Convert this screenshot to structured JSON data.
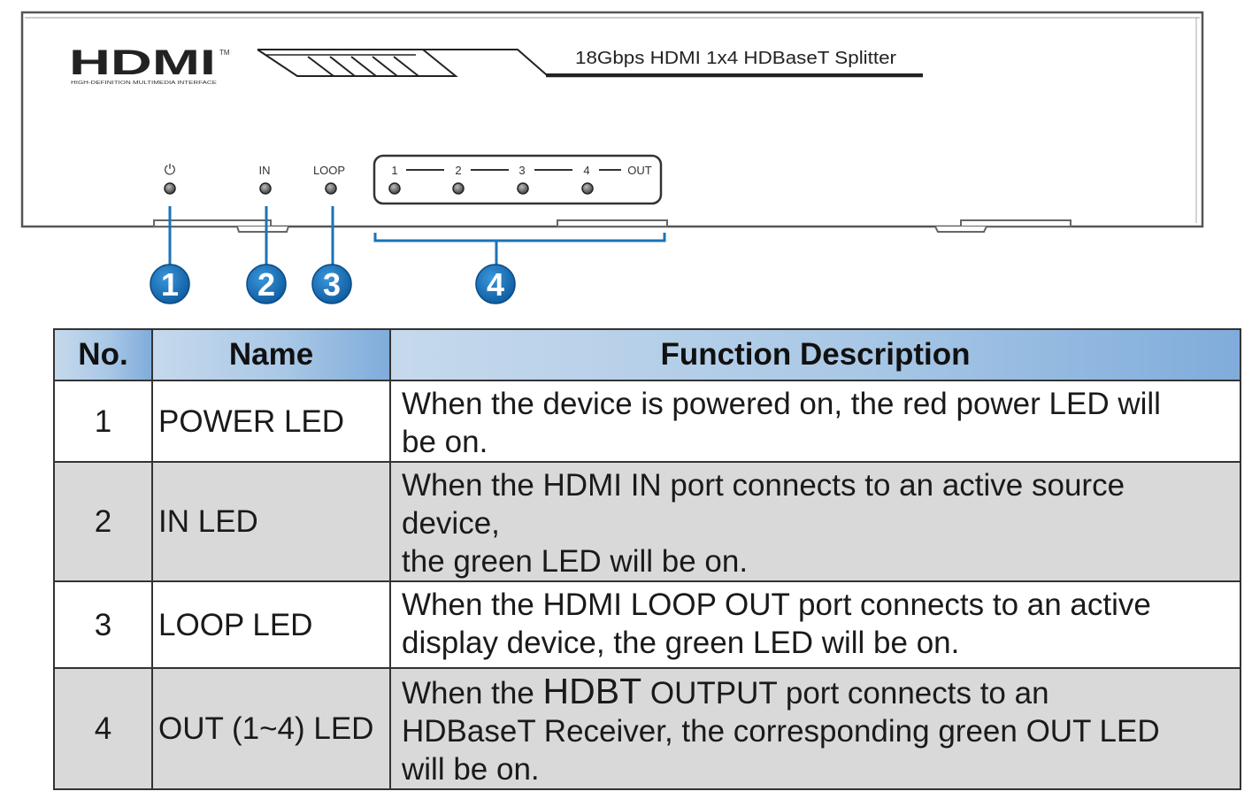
{
  "device": {
    "logo_text": "HDMI",
    "logo_trademark": "TM",
    "logo_tagline": "HIGH-DEFINITION MULTIMEDIA INTERFACE",
    "model_title": "18Gbps HDMI 1x4 HDBaseT Splitter",
    "power_symbol": "⏻",
    "led_labels": {
      "in": "IN",
      "loop": "LOOP",
      "out_1": "1",
      "out_2": "2",
      "out_3": "3",
      "out_4": "4",
      "out": "OUT"
    },
    "callouts": [
      "1",
      "2",
      "3",
      "4"
    ]
  },
  "table": {
    "headers": {
      "no": "No.",
      "name": "Name",
      "desc": "Function Description"
    },
    "rows": [
      {
        "no": "1",
        "name": "POWER LED",
        "desc": [
          "When the device is powered on, the red power LED will",
          "be on."
        ]
      },
      {
        "no": "2",
        "name": "IN LED",
        "desc": [
          "When the HDMI IN port connects to an active source",
          "device,",
          "the green LED will be on."
        ]
      },
      {
        "no": "3",
        "name": "LOOP LED",
        "desc": [
          "When the HDMI LOOP OUT port connects to an active",
          "display device, the green LED will be on."
        ]
      },
      {
        "no": "4",
        "name": "OUT (1~4) LED",
        "desc_first_pre": "When the ",
        "desc_first_big": "HDBT",
        "desc_first_post": " OUTPUT port connects to an",
        "desc": [
          "HDBaseT Receiver, the corresponding green OUT LED",
          "will be on."
        ]
      }
    ]
  },
  "colors": {
    "header_gradient_start": "#c6d9ec",
    "header_gradient_end": "#80acdb",
    "shaded_row": "#d9d9d9",
    "callout_blue": "#1a73b8"
  }
}
